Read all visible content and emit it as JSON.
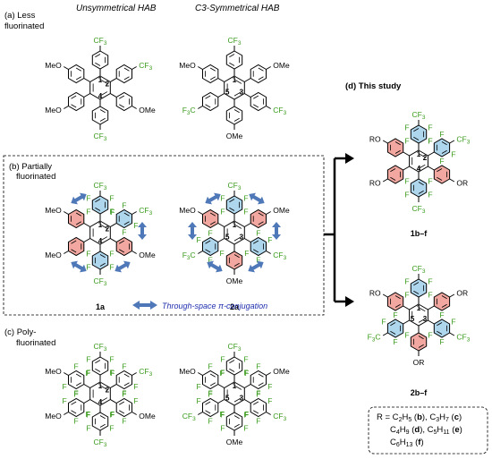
{
  "headers": {
    "unsymmetrical": "Unsymmetrical HAB",
    "symmetrical": "C3-Symmetrical HAB"
  },
  "sections": {
    "a": "(a) Less fluorinated",
    "b": "(b) Partially fluorinated",
    "c": "(c) Poly-fluorinated",
    "d": "(d) This study"
  },
  "labels": {
    "cf3": "CF3",
    "f3c": "F3C",
    "meo": "MeO",
    "ome": "OMe",
    "ro": "RO",
    "or": "OR",
    "f": "F",
    "through_space": "Through-space π-conjugation"
  },
  "compounds": {
    "c1a": "1a",
    "c2a": "2a",
    "c1b": "1b–f",
    "c2b": "2b–f"
  },
  "r_definition": {
    "line1": "R = C2H5 (b), C3H7 (c)",
    "line2": "C4H9 (d), C5H11 (e)",
    "line3": "C6H13 (f)"
  },
  "colors": {
    "fluorine_green": "#3a9a1c",
    "aryl_red": "#f2a8a0",
    "aryl_blue": "#aed7ee",
    "arrow_blue": "#4f78b8",
    "text_blue": "#1f2fae"
  }
}
